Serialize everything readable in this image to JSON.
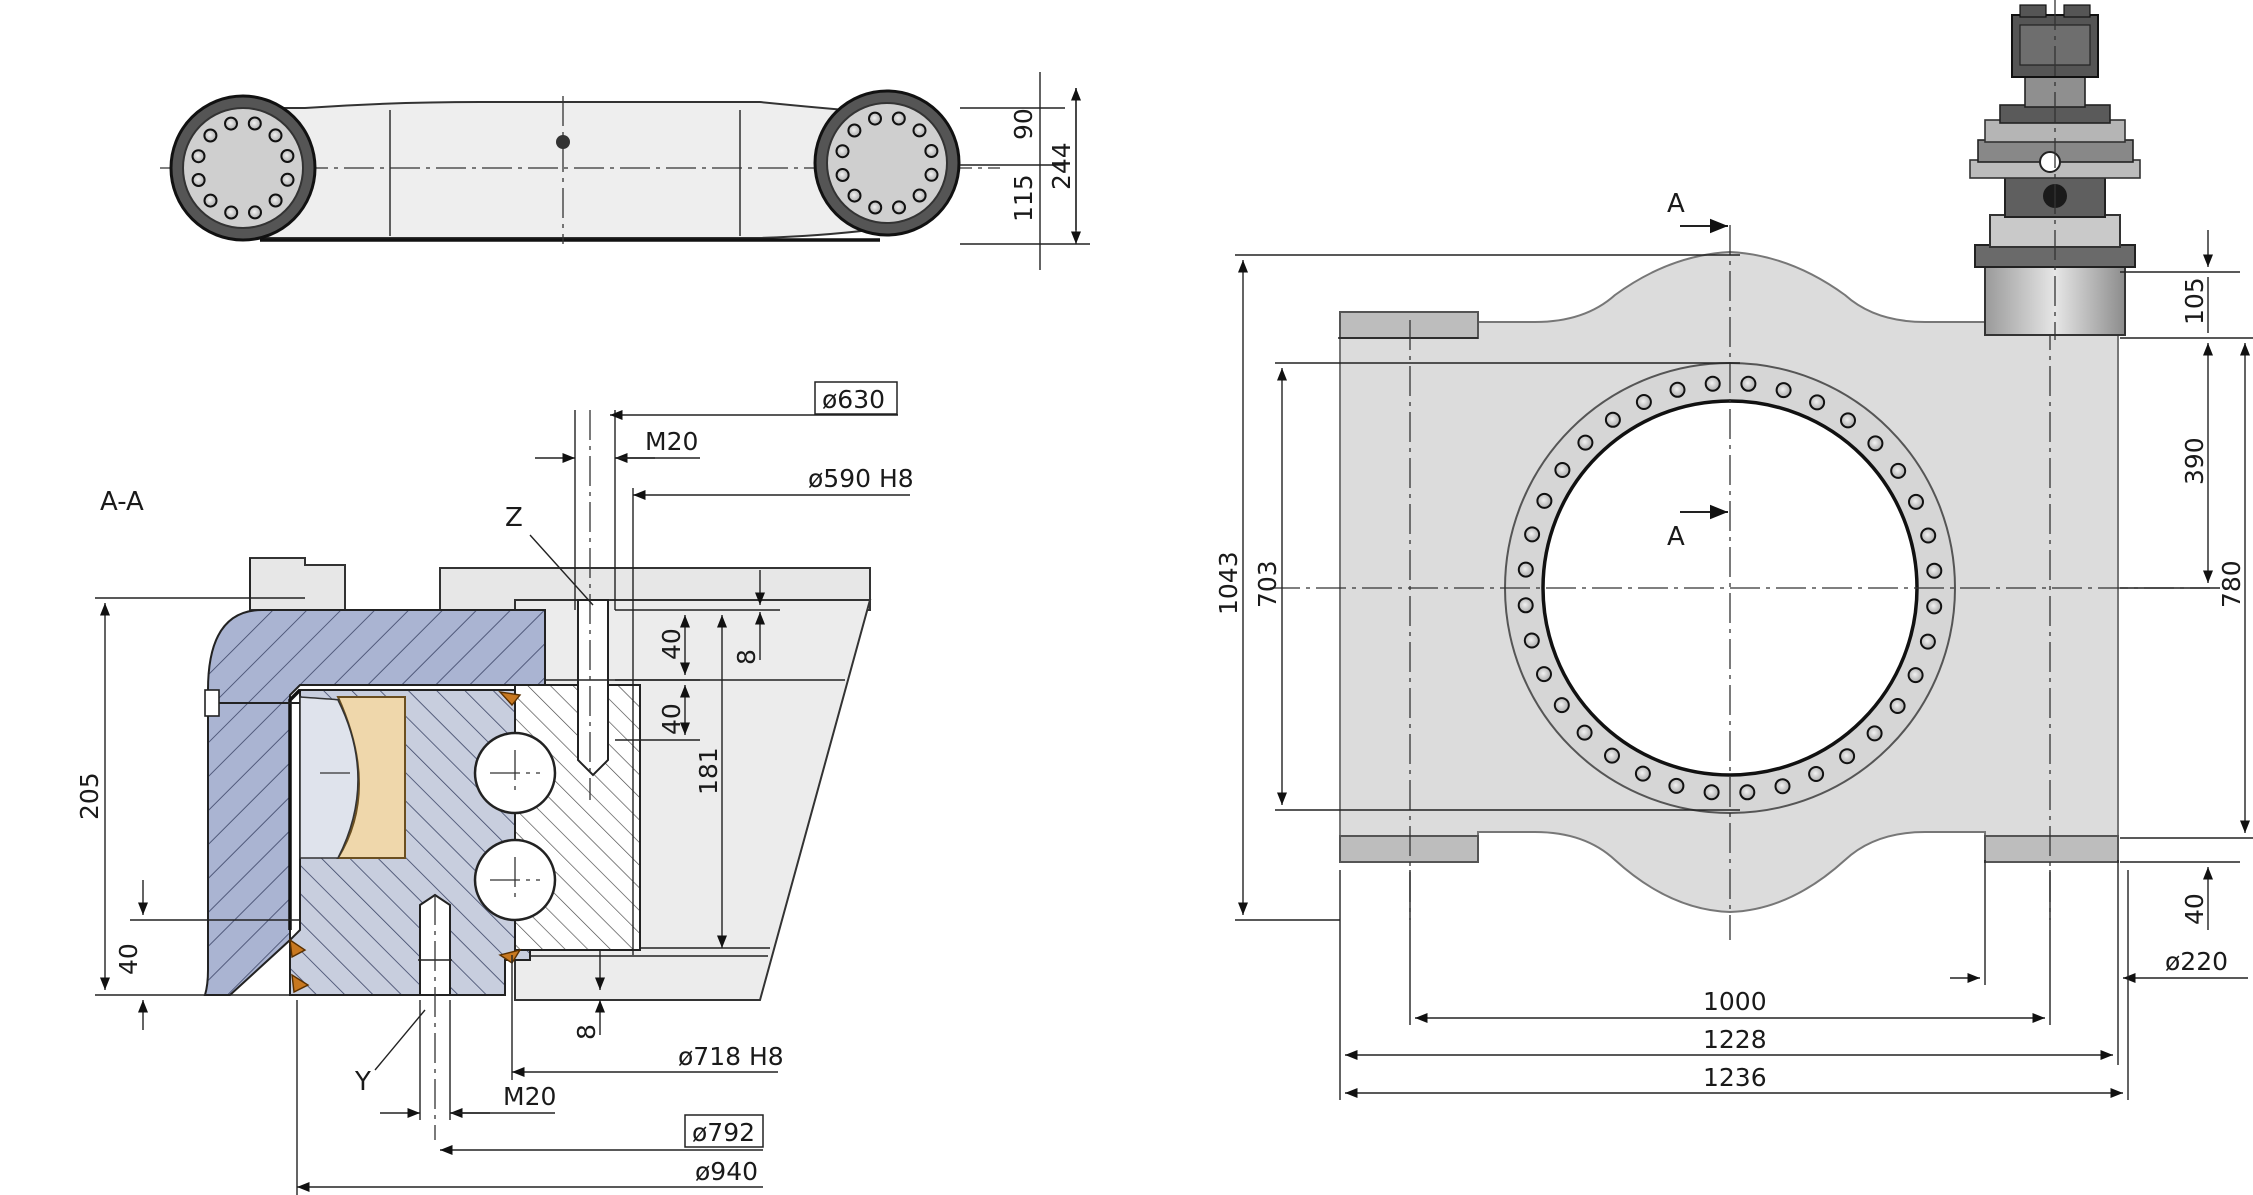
{
  "top_view": {
    "dims": {
      "d1": "90",
      "d2": "115",
      "d3": "244"
    }
  },
  "section": {
    "title": "A-A",
    "labels": {
      "z": "Z",
      "y": "Y"
    },
    "dims": {
      "d630": "ø630",
      "m20_top": "M20",
      "d590": "ø590 H8",
      "d205": "205",
      "d40_left": "40",
      "d40_a": "40",
      "d40_b": "40",
      "d8_top": "8",
      "d181": "181",
      "d8_bottom": "8",
      "d718": "ø718 H8",
      "m20_bottom": "M20",
      "d792": "ø792",
      "d940": "ø940"
    }
  },
  "plan_view": {
    "section_marks": {
      "top": "A",
      "bottom": "A"
    },
    "dims": {
      "d1043": "1043",
      "d703": "703",
      "d105": "105",
      "d390": "390",
      "d780": "780",
      "d40": "40",
      "d220": "ø220",
      "d1000": "1000",
      "d1228": "1228",
      "d1236": "1236"
    }
  },
  "colors": {
    "outer_ring": "#aab4d2",
    "inner_ring": "#c8cede",
    "spacer": "#efd7ab",
    "plate": "#dcdcdc",
    "motor": "#5d5d5d",
    "seal": "#c87820"
  }
}
